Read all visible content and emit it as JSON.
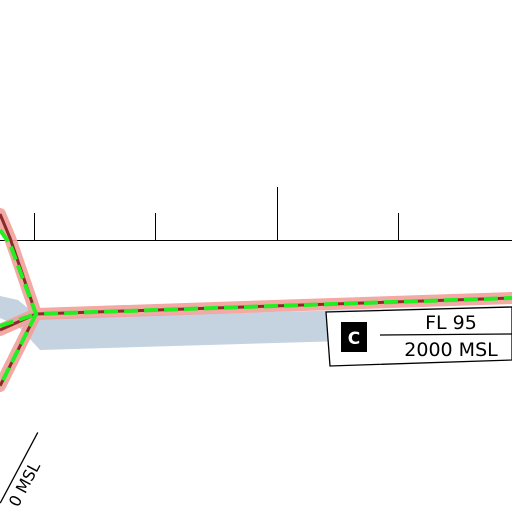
{
  "colors": {
    "background": "#ffffff",
    "airspace_shade": "#c5d3e0",
    "route_halo": "#f2a09a",
    "route_core": "#8a2a2a",
    "route_dash": "#22ee22",
    "scale": "#000000"
  },
  "airspace_label": {
    "class_letter": "C",
    "upper_limit": "FL 95",
    "lower_limit": "2000 MSL"
  },
  "partial_label": {
    "text": "0 MSL"
  }
}
